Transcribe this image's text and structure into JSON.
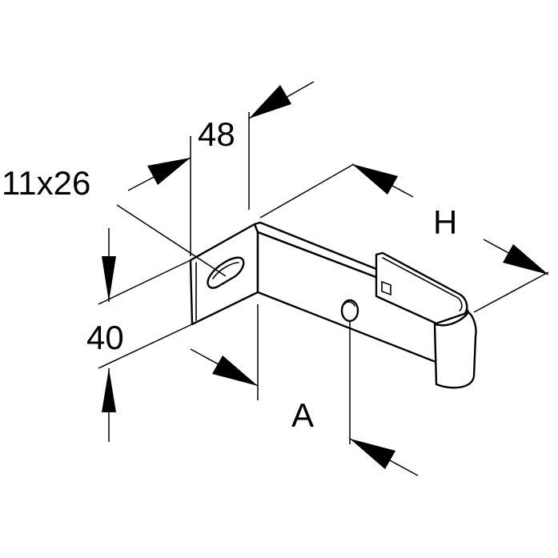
{
  "dimensions": {
    "width": "48",
    "slot": "11x26",
    "height": "40",
    "length": "H",
    "hole_offset": "A"
  },
  "colors": {
    "line": "#000000",
    "background": "#ffffff"
  }
}
